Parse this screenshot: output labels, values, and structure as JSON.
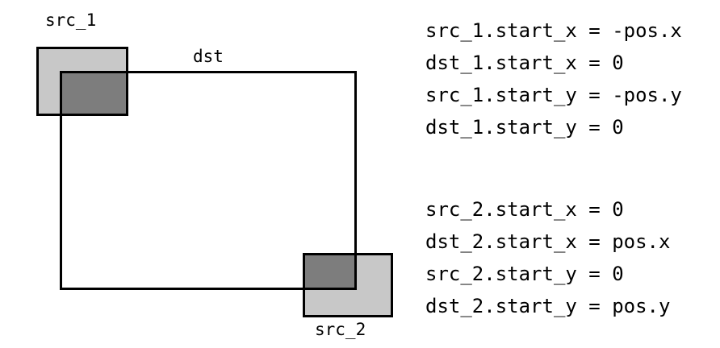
{
  "diagram": {
    "labels": {
      "src_1": "src_1",
      "dst": "dst",
      "src_2": "src_2"
    },
    "colors": {
      "src_fill": "#c8c8c8",
      "overlap_fill": "#7d7d7d",
      "border": "#000000",
      "background": "#ffffff"
    }
  },
  "code": {
    "group_1": [
      "src_1.start_x = -pos.x",
      "dst_1.start_x = 0",
      "src_1.start_y = -pos.y",
      "dst_1.start_y = 0"
    ],
    "group_2": [
      "src_2.start_x = 0",
      "dst_2.start_x = pos.x",
      "src_2.start_y = 0",
      "dst_2.start_y = pos.y"
    ]
  }
}
